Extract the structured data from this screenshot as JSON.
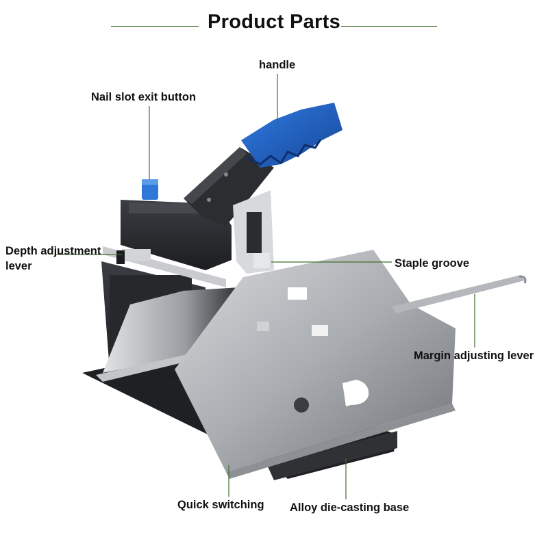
{
  "title": "Product Parts",
  "labels": {
    "handle": "handle",
    "nail_slot": "Nail slot exit button",
    "depth_line1": "Depth adjustment",
    "depth_line2": "lever",
    "staple_groove": "Staple groove",
    "margin_lever": "Margin adjusting lever",
    "quick_switching": "Quick switching",
    "alloy_base": "Alloy die-casting base"
  },
  "colors": {
    "title_line": "#4f7a3d",
    "leader_line": "#3f6e2e",
    "handle_blue": "#1f5fc4",
    "body_dark": "#2a2c30",
    "metal": "#b9bcc0"
  }
}
